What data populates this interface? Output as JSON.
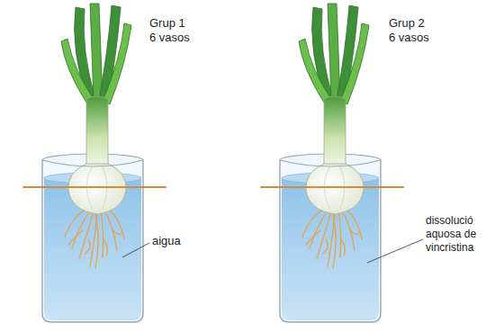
{
  "diagram": {
    "labels": [
      "Grup 1 6 vasos",
      "aigua",
      "Grup 2 6 vasos",
      "dissolució aquosa de vincristina"
    ]
  }
}
